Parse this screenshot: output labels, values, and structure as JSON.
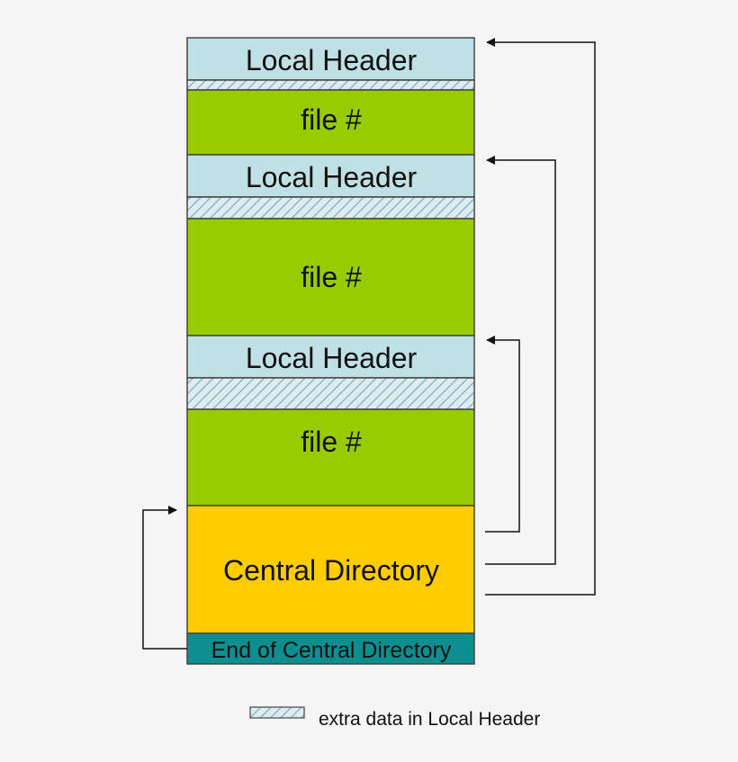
{
  "blocks": [
    {
      "label": "Local Header",
      "type": "local-header",
      "fill": "#bfe1e6"
    },
    {
      "label": "",
      "type": "extra-data",
      "fill": "#d7eaf0"
    },
    {
      "label": "file #",
      "type": "file",
      "fill": "#99cc00"
    },
    {
      "label": "Local Header",
      "type": "local-header",
      "fill": "#bfe1e6"
    },
    {
      "label": "",
      "type": "extra-data",
      "fill": "#d7eaf0"
    },
    {
      "label": "file #",
      "type": "file",
      "fill": "#99cc00"
    },
    {
      "label": "Local Header",
      "type": "local-header",
      "fill": "#bfe1e6"
    },
    {
      "label": "",
      "type": "extra-data",
      "fill": "#d7eaf0"
    },
    {
      "label": "file #",
      "type": "file",
      "fill": "#99cc00"
    },
    {
      "label": "Central Directory",
      "type": "central-directory",
      "fill": "#ffcc00"
    },
    {
      "label": "End of Central Directory",
      "type": "end-of-central-directory",
      "fill": "#0e8f8f"
    }
  ],
  "legend": {
    "label": "extra data in Local Header"
  },
  "colors": {
    "border": "#444444",
    "arrow": "#111111",
    "hatch": "#8fb8c4",
    "background": "#f5f5f5"
  }
}
